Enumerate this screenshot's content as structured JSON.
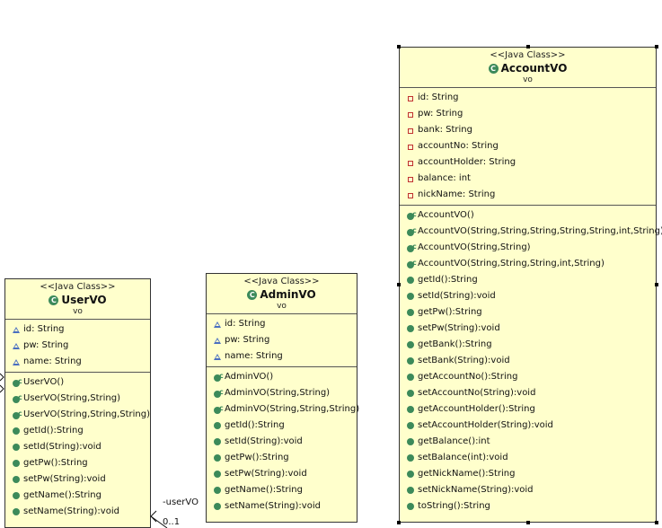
{
  "stereotype": "<<Java Class>>",
  "classes": {
    "user": {
      "name": "UserVO",
      "package": "vo",
      "fields": [
        "id: String",
        "pw: String",
        "name: String"
      ],
      "constructors": [
        "UserVO()",
        "UserVO(String,String)",
        "UserVO(String,String,String)"
      ],
      "methods": [
        "getId():String",
        "setId(String):void",
        "getPw():String",
        "setPw(String):void",
        "getName():String",
        "setName(String):void"
      ]
    },
    "admin": {
      "name": "AdminVO",
      "package": "vo",
      "fields": [
        "id: String",
        "pw: String",
        "name: String"
      ],
      "constructors": [
        "AdminVO()",
        "AdminVO(String,String)",
        "AdminVO(String,String,String)"
      ],
      "methods": [
        "getId():String",
        "setId(String):void",
        "getPw():String",
        "setPw(String):void",
        "getName():String",
        "setName(String):void"
      ]
    },
    "account": {
      "name": "AccountVO",
      "package": "vo",
      "fields": [
        "id: String",
        "pw: String",
        "bank: String",
        "accountNo: String",
        "accountHolder: String",
        "balance: int",
        "nickName: String"
      ],
      "constructors": [
        "AccountVO()",
        "AccountVO(String,String,String,String,String,int,String)",
        "AccountVO(String,String)",
        "AccountVO(String,String,String,int,String)"
      ],
      "methods": [
        "getId():String",
        "setId(String):void",
        "getPw():String",
        "setPw(String):void",
        "getBank():String",
        "setBank(String):void",
        "getAccountNo():String",
        "setAccountNo(String):void",
        "getAccountHolder():String",
        "setAccountHolder(String):void",
        "getBalance():int",
        "setBalance(int):void",
        "getNickName():String",
        "setNickName(String):void",
        "toString():String"
      ]
    }
  },
  "association": {
    "role": "-userVO",
    "multiplicity": "0..1"
  },
  "colors": {
    "class_fill": "#ffffcc",
    "border": "#333333",
    "icon_green": "#3c8a5a",
    "field_default": "#4a6fc0",
    "field_private": "#c03030"
  }
}
